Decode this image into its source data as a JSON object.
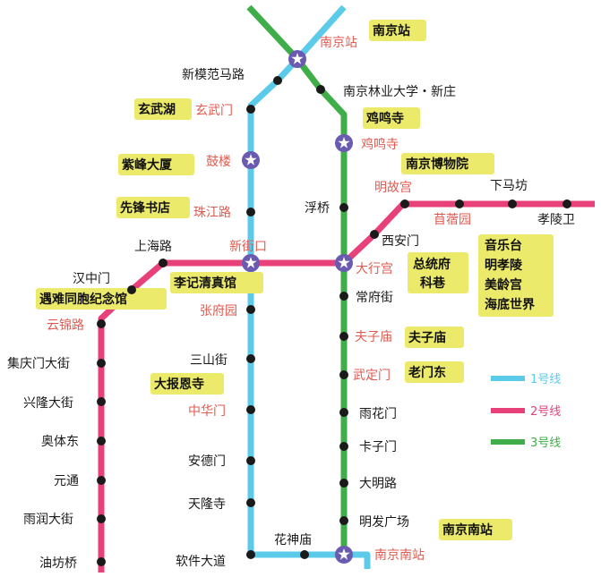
{
  "colors": {
    "line1": "#5ccbea",
    "line2": "#e8417a",
    "line3": "#3fae49",
    "station_dot": "#1a1a1a",
    "transfer": "#6a5bb0",
    "highlight": "#ecea6a",
    "label_red": "#e05a50"
  },
  "legend": {
    "line1": "1号线",
    "line2": "2号线",
    "line3": "3号线"
  },
  "stations": {
    "nanjingzhan": "南京站",
    "xinmofanmalu": "新模范马路",
    "linyedaxue": "南京林业大学・新庄",
    "xuanwumen": "玄武门",
    "jimingsi": "鸡鸣寺",
    "gulou": "鼓楼",
    "fuqiao": "浮桥",
    "minggugong": "明故宫",
    "xiamafang": "下马坊",
    "zhujianglu": "珠江路",
    "muxuyuan": "苜蓿园",
    "xiaolingwei": "孝陵卫",
    "shanghailu": "上海路",
    "xianmen": "西安门",
    "xinjiekou": "新街口",
    "daxinggong": "大行宫",
    "hanzhongmen": "汉中门",
    "changfujie": "常府街",
    "zhangfuyuan": "张府园",
    "yunjinlu": "云锦路",
    "fuzimiao": "夫子庙",
    "sanshanjie": "三山街",
    "jiqingmendajie": "集庆门大街",
    "wudingmen": "武定门",
    "xinglongdajie": "兴隆大街",
    "zhonghuamen": "中华门",
    "yuhuamen": "雨花门",
    "aotidong": "奥体东",
    "kazimen": "卡子门",
    "andemen": "安德门",
    "yuantong": "元通",
    "daminglu": "大明路",
    "tianlongsi": "天隆寺",
    "yurundajie": "雨润大街",
    "mingfaguangchang": "明发广场",
    "huashenmiao": "花神庙",
    "youfangqiao": "油坊桥",
    "ruanjiandadao": "软件大道",
    "nanjingnanzhan": "南京南站"
  },
  "landmarks": {
    "nanjingzhan": "南京站",
    "xuanwuhu": "玄武湖",
    "jimingsi": "鸡鸣寺",
    "zifengdasha": "紫峰大厦",
    "nanjingbowuyuan": "南京博物院",
    "xianfengshudian": "先锋书店",
    "zongtongfu": "总统府",
    "kexiang": "科巷",
    "lijiqingzhensi": "李记清真馆",
    "yunantongbao": "遇难同胞纪念馆",
    "fuzimiao": "夫子庙",
    "laomendong": "老门东",
    "dabaoensi": "大报恩寺",
    "nanjingnanzhan": "南京南站",
    "zhongshan": [
      "音乐台",
      "明孝陵",
      "美龄宫",
      "海底世界"
    ]
  }
}
